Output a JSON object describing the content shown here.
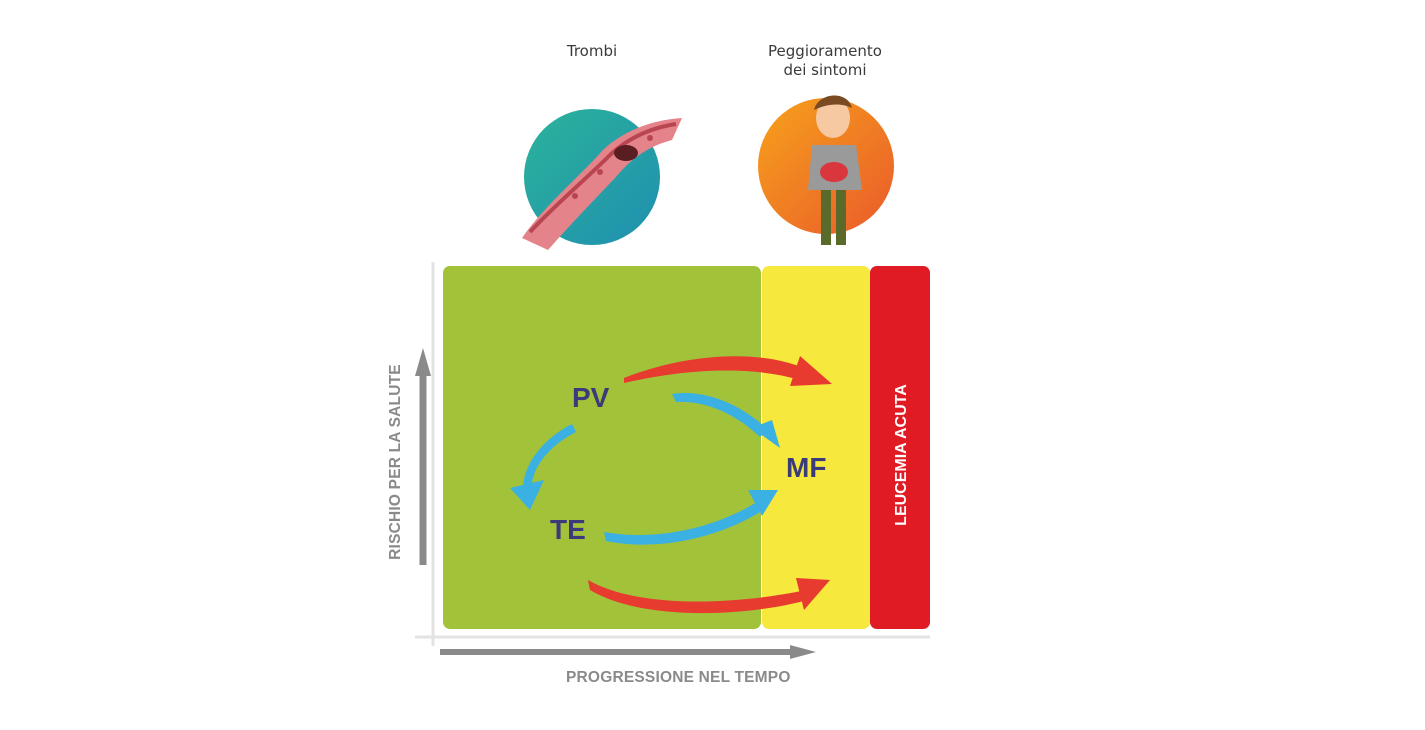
{
  "captions": {
    "trombi": "Trombi",
    "peggioramento_line1": "Peggioramento",
    "peggioramento_line2": "dei sintomi"
  },
  "nodes": {
    "pv": "PV",
    "mf": "MF",
    "te": "TE"
  },
  "zones": {
    "leucemia": "LEUCEMIA ACUTA"
  },
  "axes": {
    "x_label": "PROGRESSIONE NEL TEMPO",
    "y_label": "RISCHIO PER LA SALUTE"
  },
  "colors": {
    "green_zone": "#a2c23a",
    "yellow_zone": "#f6e83c",
    "red_zone": "#e01b23",
    "red_arrow": "#e63b2e",
    "blue_arrow": "#3bb0e3",
    "node_text": "#3b3a7a",
    "axis_gray": "#8a8a8a"
  },
  "icons": {
    "trombi": "blood-vessel-clot-icon",
    "peggioramento": "sick-man-icon"
  }
}
